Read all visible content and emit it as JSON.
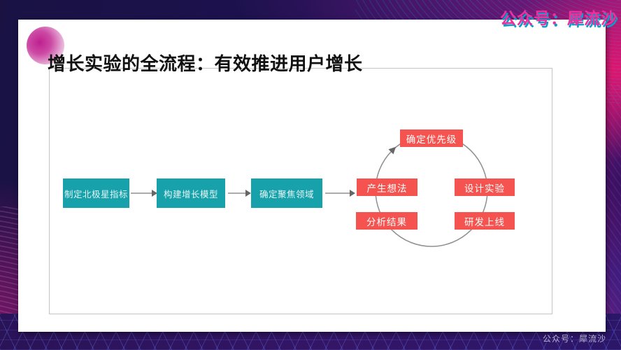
{
  "watermarks": {
    "header": "公众号：犀流沙",
    "footer": "公众号：犀流沙"
  },
  "slide": {
    "title": "增长实验的全流程：有效推进用户增长"
  },
  "diagram": {
    "linear_steps": [
      {
        "label": "制定北极星指标"
      },
      {
        "label": "构建增长模型"
      },
      {
        "label": "确定聚焦领域"
      }
    ],
    "cycle_steps": [
      {
        "label": "确定优先级",
        "position": "top"
      },
      {
        "label": "产生想法",
        "position": "left"
      },
      {
        "label": "设计实验",
        "position": "right"
      },
      {
        "label": "分析结果",
        "position": "bottom-left"
      },
      {
        "label": "研发上线",
        "position": "bottom-right"
      }
    ],
    "cycle_direction": "clockwise",
    "colors": {
      "linear_step_fill": "#17a2ab",
      "cycle_step_fill": "#f4534f",
      "arrow": "#7b7b7b",
      "ring": "#8f8f8f",
      "frame_border": "#c4c4c4",
      "header_watermark": "#ee2f9e",
      "header_watermark_shadow": "#0b9ecb",
      "footer_watermark": "#b4b0cc",
      "accent_circle": "#bf2090",
      "title_text": "#111111"
    }
  }
}
